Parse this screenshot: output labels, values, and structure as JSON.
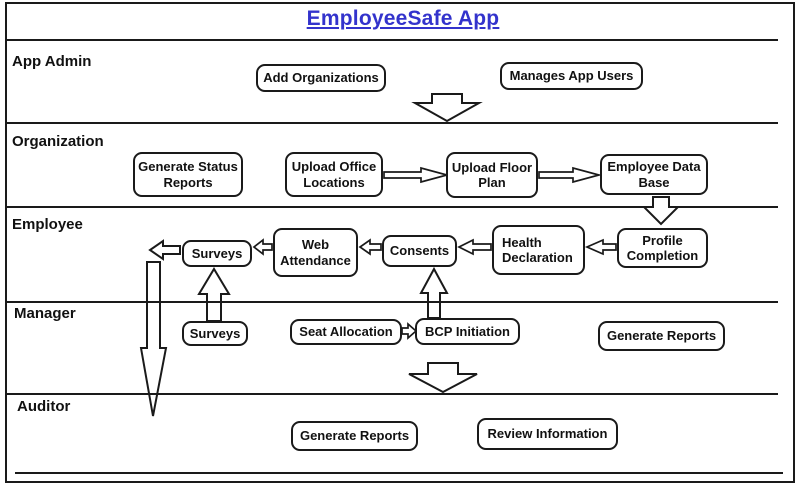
{
  "title": "EmployeeSafe App",
  "colors": {
    "title": "#3333CC",
    "line": "#1a1a1a",
    "node_fill": "#ffffff"
  },
  "lanes": [
    {
      "label": "App Admin"
    },
    {
      "label": "Organization"
    },
    {
      "label": "Employee"
    },
    {
      "label": "Manager"
    },
    {
      "label": "Auditor"
    }
  ],
  "boxes": [
    {
      "id": "add-organizations",
      "lane": "App Admin",
      "label": "Add Organizations"
    },
    {
      "id": "manages-app-users",
      "lane": "App Admin",
      "label": "Manages App Users"
    },
    {
      "id": "generate-status-reports",
      "lane": "Organization",
      "label": "Generate Status Reports"
    },
    {
      "id": "upload-office-locations",
      "lane": "Organization",
      "label": "Upload Office Locations"
    },
    {
      "id": "upload-floor-plan",
      "lane": "Organization",
      "label": "Upload Floor Plan"
    },
    {
      "id": "employee-data-base",
      "lane": "Organization",
      "label": "Employee Data Base"
    },
    {
      "id": "surveys-employee",
      "lane": "Employee",
      "label": "Surveys"
    },
    {
      "id": "web-attendance",
      "lane": "Employee",
      "label": "Web Attendance"
    },
    {
      "id": "consents",
      "lane": "Employee",
      "label": "Consents"
    },
    {
      "id": "health-declaration",
      "lane": "Employee",
      "label": "Health Declaration"
    },
    {
      "id": "profile-completion",
      "lane": "Employee",
      "label": "Profile Completion"
    },
    {
      "id": "surveys-manager",
      "lane": "Manager",
      "label": "Surveys"
    },
    {
      "id": "seat-allocation",
      "lane": "Manager",
      "label": "Seat Allocation"
    },
    {
      "id": "bcp-initiation",
      "lane": "Manager",
      "label": "BCP Initiation"
    },
    {
      "id": "generate-reports-manager",
      "lane": "Manager",
      "label": "Generate Reports"
    },
    {
      "id": "generate-reports-auditor",
      "lane": "Auditor",
      "label": "Generate Reports"
    },
    {
      "id": "review-information",
      "lane": "Auditor",
      "label": "Review Information"
    }
  ],
  "connections": [
    {
      "from": "App Admin lane",
      "to": "Organization lane",
      "style": "block-down-arrow"
    },
    {
      "from": "Upload Office Locations",
      "to": "Upload Floor Plan",
      "style": "thin-right-arrow"
    },
    {
      "from": "Upload Floor Plan",
      "to": "Employee Data Base",
      "style": "thin-right-arrow"
    },
    {
      "from": "Employee Data Base",
      "to": "Profile Completion",
      "style": "block-down-arrow"
    },
    {
      "from": "Profile Completion",
      "to": "Health Declaration",
      "style": "thin-left-arrow"
    },
    {
      "from": "Health Declaration",
      "to": "Consents",
      "style": "thin-left-arrow"
    },
    {
      "from": "Consents",
      "to": "Web Attendance",
      "style": "thin-left-arrow"
    },
    {
      "from": "Web Attendance",
      "to": "Surveys (Employee)",
      "style": "thin-left-arrow"
    },
    {
      "from": "Surveys (Employee)",
      "to": "Auditor lane",
      "style": "long-down-arrow"
    },
    {
      "from": "Surveys (Manager)",
      "to": "Surveys (Employee)",
      "style": "up-arrow"
    },
    {
      "from": "Seat Allocation",
      "to": "BCP Initiation",
      "style": "thin-right-arrow"
    },
    {
      "from": "BCP Initiation",
      "to": "Consents",
      "style": "up-arrow"
    },
    {
      "from": "Manager lane",
      "to": "Auditor lane",
      "style": "block-down-arrow"
    }
  ]
}
